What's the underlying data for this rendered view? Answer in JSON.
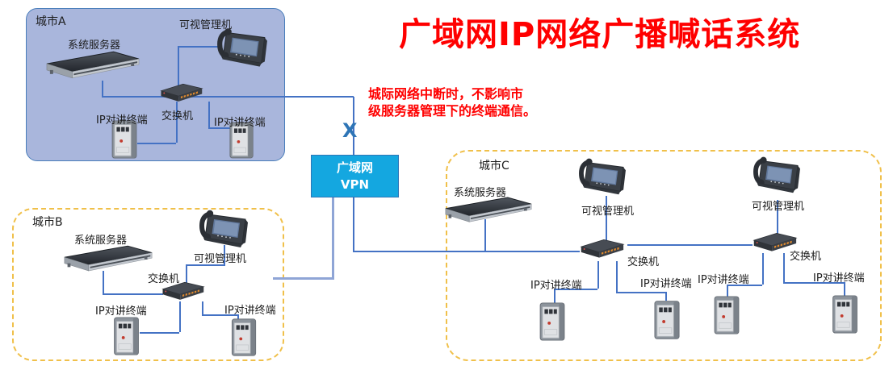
{
  "title": "广域网IP网络广播喊话系统",
  "annotation": {
    "line1": "城际网络中断时，不影响市",
    "line2": "级服务器管理下的终端通信。"
  },
  "break_mark": "X",
  "vpn": {
    "line1": "广域网",
    "line2": "VPN"
  },
  "labels": {
    "city_a": "城市A",
    "city_b": "城市B",
    "city_c": "城市C",
    "server": "系统服务器",
    "video_manager": "可视管理机",
    "switch": "交换机",
    "ip_terminal": "IP对讲终端"
  },
  "colors": {
    "title_red": "#ff0000",
    "annotation_red": "#ff0000",
    "city_a_fill": "#a9b6dc",
    "city_a_border": "#4a7ebb",
    "dashed_border": "#f0c04a",
    "vpn_fill": "#14a7e0",
    "vpn_border": "#2e75b6",
    "link_line": "#4472c4",
    "link_line_light": "#8fa5d6",
    "break_x": "#2e75b6"
  }
}
